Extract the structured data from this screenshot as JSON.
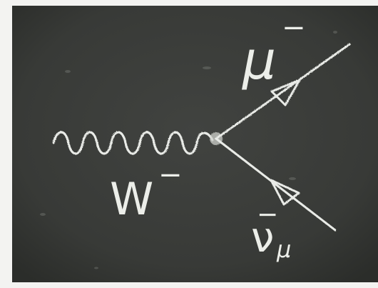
{
  "diagram": {
    "boson_label": "W",
    "boson_charge": "−",
    "muon_label": "μ",
    "muon_charge": "−",
    "neutrino_label": "ν",
    "neutrino_subscript": "μ",
    "neutrino_bar": "−",
    "colors": {
      "board": "#3a3c39",
      "chalk": "#e9ebe7",
      "frame": "#f3f3f1"
    }
  }
}
